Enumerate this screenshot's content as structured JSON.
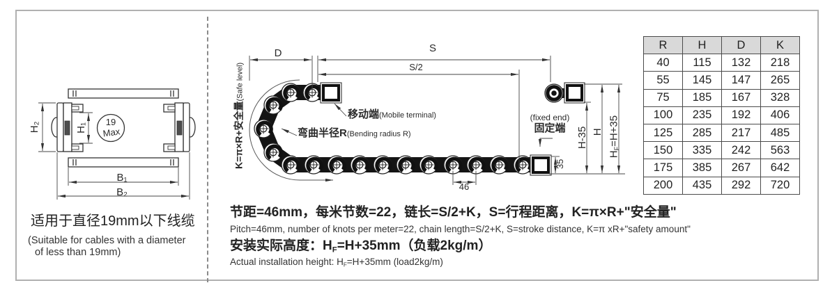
{
  "left_view": {
    "dim_h2": "H₂",
    "dim_h1": "H₁",
    "dim_b1": "B₁",
    "dim_b2": "B₂",
    "circle_line1": "19",
    "circle_line2": "Max",
    "caption_zh": "适用于直径19mm以下线缆",
    "caption_en1": "(Suitable for cables with a diameter",
    "caption_en2": "of less than 19mm)"
  },
  "side_view": {
    "safe_zh": "K=π×R+安全量",
    "safe_en": "(Safe level)",
    "dim_d": "D",
    "dim_s": "S",
    "dim_s2": "S/2",
    "dim_46": "46",
    "dim_35": "35",
    "dim_h_minus_35": "H-35",
    "dim_h": "H",
    "dim_hf": {
      "pre": "H",
      "sub": "F",
      "post": "=H+35"
    },
    "mobile_zh": "移动端",
    "mobile_en": "(Mobile terminal)",
    "bend_zh": "弯曲半径R",
    "bend_en": "(Bending radius R)",
    "fixed_en": "(fixed end)",
    "fixed_zh": "固定端"
  },
  "notes": {
    "line1_zh": "节距=46mm，每米节数=22，链长=S/2+K，S=行程距离，K=π×R+\"安全量\"",
    "line1_en": "Pitch=46mm, number of knots per meter=22, chain length=S/2+K, S=stroke distance, K=π xR+\"safety amount\"",
    "line2_zh_pre": "安装实际高度：H",
    "line2_zh_sub": "F",
    "line2_zh_post": "=H+35mm（负载2kg/m）",
    "line2_en_pre": "Actual installation height: H",
    "line2_en_sub": "F",
    "line2_en_post": "=H+35mm (load2kg/m)"
  },
  "table": {
    "headers": [
      "R",
      "H",
      "D",
      "K"
    ],
    "rows": [
      [
        40,
        115,
        132,
        218
      ],
      [
        55,
        145,
        147,
        265
      ],
      [
        75,
        185,
        167,
        328
      ],
      [
        100,
        235,
        192,
        406
      ],
      [
        125,
        285,
        217,
        485
      ],
      [
        150,
        335,
        242,
        563
      ],
      [
        175,
        385,
        267,
        642
      ],
      [
        200,
        435,
        292,
        720
      ]
    ]
  },
  "colors": {
    "line": "#2b2b2b",
    "chain": "#141414",
    "table_header_bg": "#d9d9d9",
    "frame_border": "#b0b0b0"
  }
}
